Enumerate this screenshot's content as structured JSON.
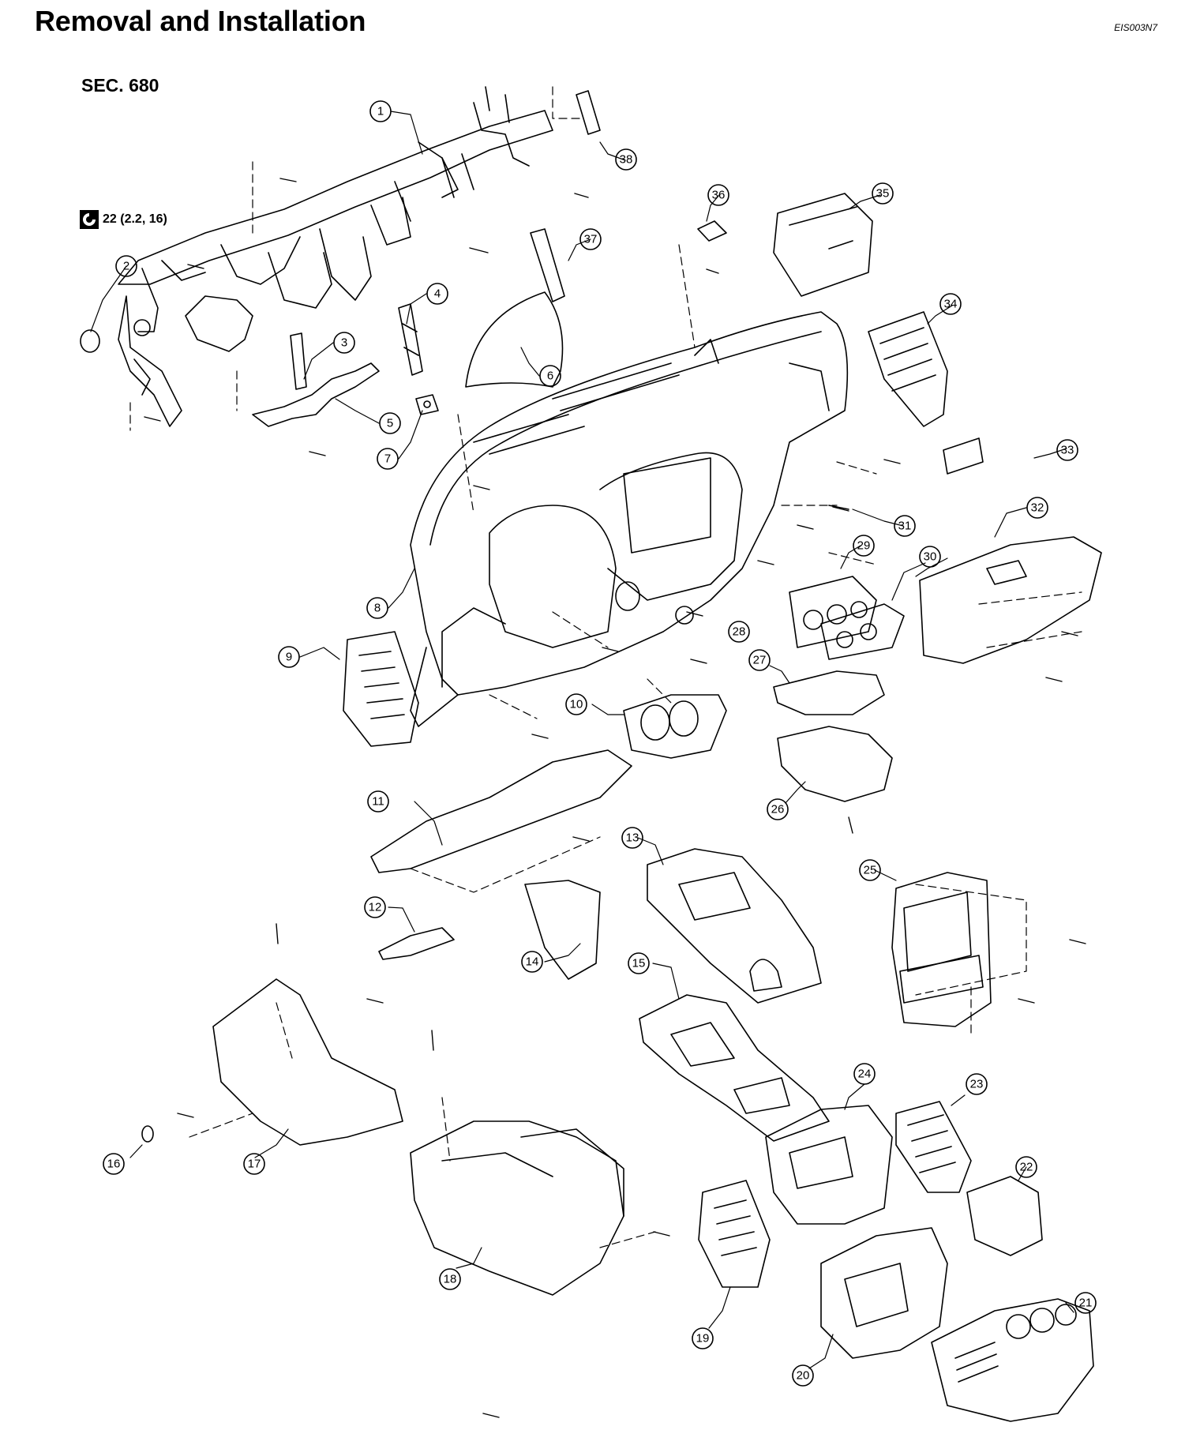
{
  "header": {
    "title": "Removal and Installation",
    "doc_id": "EIS003N7"
  },
  "section_label": "SEC. 680",
  "torque_spec": {
    "icon": "torque-wrench-icon",
    "text": "22 (2.2, 16)"
  },
  "callouts": [
    "1",
    "2",
    "3",
    "4",
    "5",
    "6",
    "7",
    "8",
    "9",
    "10",
    "11",
    "12",
    "13",
    "14",
    "15",
    "16",
    "17",
    "18",
    "19",
    "20",
    "21",
    "22",
    "23",
    "24",
    "25",
    "26",
    "27",
    "28",
    "29",
    "30",
    "31",
    "32",
    "33",
    "34",
    "35",
    "36",
    "37",
    "38"
  ]
}
